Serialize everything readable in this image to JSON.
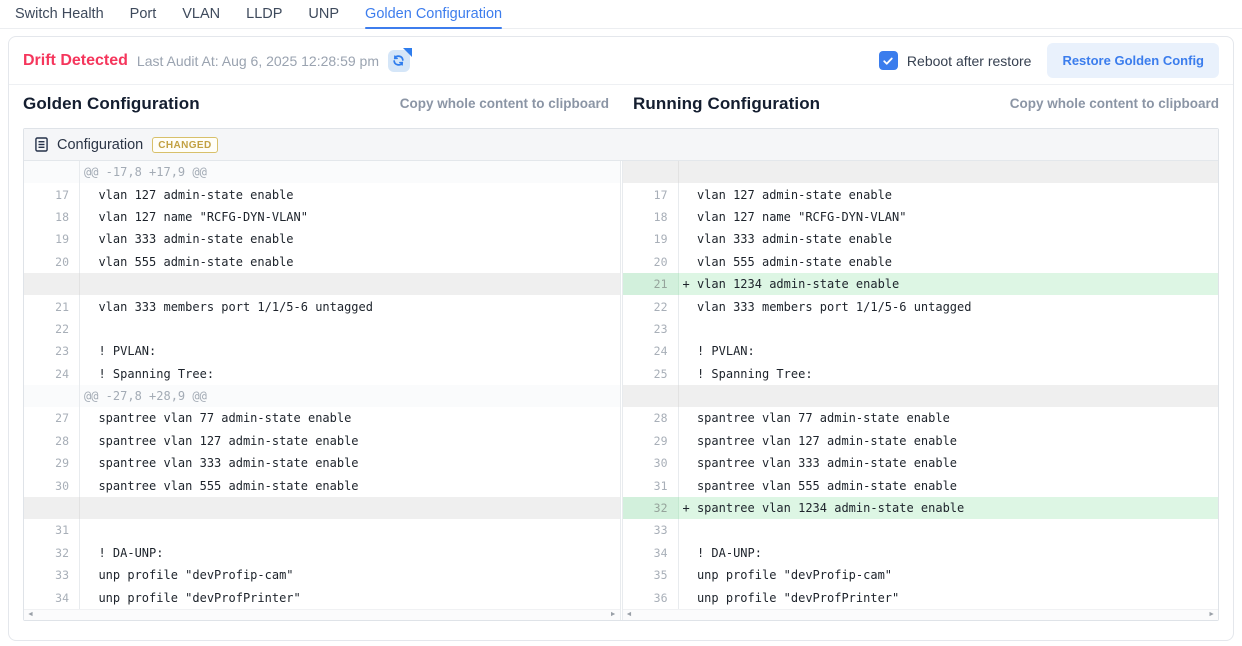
{
  "tabs": [
    {
      "label": "Switch Health",
      "active": false
    },
    {
      "label": "Port",
      "active": false
    },
    {
      "label": "VLAN",
      "active": false
    },
    {
      "label": "LLDP",
      "active": false
    },
    {
      "label": "UNP",
      "active": false
    },
    {
      "label": "Golden Configuration",
      "active": true
    }
  ],
  "header": {
    "status": "Drift Detected",
    "last_audit": "Last Audit At: Aug 6, 2025 12:28:59 pm",
    "sync_icon": "audit-refresh-icon",
    "reboot_label": "Reboot after restore",
    "reboot_checked": true,
    "restore_label": "Restore Golden Config"
  },
  "golden": {
    "title": "Golden Configuration",
    "copy_label": "Copy whole content to clipboard"
  },
  "running": {
    "title": "Running Configuration",
    "copy_label": "Copy whole content to clipboard"
  },
  "panel": {
    "title": "Configuration",
    "badge": "CHANGED",
    "doc_icon": "document-icon"
  },
  "diff": {
    "rows": [
      {
        "l": {
          "k": "hunk",
          "t": "@@ -17,8 +17,9 @@"
        },
        "r": {
          "k": "ph"
        }
      },
      {
        "l": {
          "k": "ctx",
          "n": "17",
          "t": "vlan 127 admin-state enable"
        },
        "r": {
          "k": "ctx",
          "n": "17",
          "t": "vlan 127 admin-state enable"
        }
      },
      {
        "l": {
          "k": "ctx",
          "n": "18",
          "t": "vlan 127 name \"RCFG-DYN-VLAN\""
        },
        "r": {
          "k": "ctx",
          "n": "18",
          "t": "vlan 127 name \"RCFG-DYN-VLAN\""
        }
      },
      {
        "l": {
          "k": "ctx",
          "n": "19",
          "t": "vlan 333 admin-state enable"
        },
        "r": {
          "k": "ctx",
          "n": "19",
          "t": "vlan 333 admin-state enable"
        }
      },
      {
        "l": {
          "k": "ctx",
          "n": "20",
          "t": "vlan 555 admin-state enable"
        },
        "r": {
          "k": "ctx",
          "n": "20",
          "t": "vlan 555 admin-state enable"
        }
      },
      {
        "l": {
          "k": "ph"
        },
        "r": {
          "k": "add",
          "n": "21",
          "t": "vlan 1234 admin-state enable"
        }
      },
      {
        "l": {
          "k": "ctx",
          "n": "21",
          "t": "vlan 333 members port 1/1/5-6 untagged"
        },
        "r": {
          "k": "ctx",
          "n": "22",
          "t": "vlan 333 members port 1/1/5-6 untagged"
        }
      },
      {
        "l": {
          "k": "ctx",
          "n": "22",
          "t": ""
        },
        "r": {
          "k": "ctx",
          "n": "23",
          "t": ""
        }
      },
      {
        "l": {
          "k": "ctx",
          "n": "23",
          "t": "! PVLAN:"
        },
        "r": {
          "k": "ctx",
          "n": "24",
          "t": "! PVLAN:"
        }
      },
      {
        "l": {
          "k": "ctx",
          "n": "24",
          "t": "! Spanning Tree:"
        },
        "r": {
          "k": "ctx",
          "n": "25",
          "t": "! Spanning Tree:"
        }
      },
      {
        "l": {
          "k": "hunk",
          "t": "@@ -27,8 +28,9 @@"
        },
        "r": {
          "k": "ph"
        }
      },
      {
        "l": {
          "k": "ctx",
          "n": "27",
          "t": "spantree vlan 77 admin-state enable"
        },
        "r": {
          "k": "ctx",
          "n": "28",
          "t": "spantree vlan 77 admin-state enable"
        }
      },
      {
        "l": {
          "k": "ctx",
          "n": "28",
          "t": "spantree vlan 127 admin-state enable"
        },
        "r": {
          "k": "ctx",
          "n": "29",
          "t": "spantree vlan 127 admin-state enable"
        }
      },
      {
        "l": {
          "k": "ctx",
          "n": "29",
          "t": "spantree vlan 333 admin-state enable"
        },
        "r": {
          "k": "ctx",
          "n": "30",
          "t": "spantree vlan 333 admin-state enable"
        }
      },
      {
        "l": {
          "k": "ctx",
          "n": "30",
          "t": "spantree vlan 555 admin-state enable"
        },
        "r": {
          "k": "ctx",
          "n": "31",
          "t": "spantree vlan 555 admin-state enable"
        }
      },
      {
        "l": {
          "k": "ph"
        },
        "r": {
          "k": "add",
          "n": "32",
          "t": "spantree vlan 1234 admin-state enable"
        }
      },
      {
        "l": {
          "k": "ctx",
          "n": "31",
          "t": ""
        },
        "r": {
          "k": "ctx",
          "n": "33",
          "t": ""
        }
      },
      {
        "l": {
          "k": "ctx",
          "n": "32",
          "t": "! DA-UNP:"
        },
        "r": {
          "k": "ctx",
          "n": "34",
          "t": "! DA-UNP:"
        }
      },
      {
        "l": {
          "k": "ctx",
          "n": "33",
          "t": "unp profile \"devProfip-cam\""
        },
        "r": {
          "k": "ctx",
          "n": "35",
          "t": "unp profile \"devProfip-cam\""
        }
      },
      {
        "l": {
          "k": "ctx",
          "n": "34",
          "t": "unp profile \"devProfPrinter\""
        },
        "r": {
          "k": "ctx",
          "n": "36",
          "t": "unp profile \"devProfPrinter\""
        }
      }
    ]
  },
  "scrollbar": {
    "left_arrow": "◄",
    "right_arrow": "►"
  },
  "colors": {
    "accent_blue": "#3b7ded",
    "danger_red": "#f5365c",
    "added_row_bg": "#ddf6e4",
    "badge_gold": "#c2a143",
    "hunk_bg": "#fafbfc",
    "placeholder_bg": "#efefef"
  }
}
